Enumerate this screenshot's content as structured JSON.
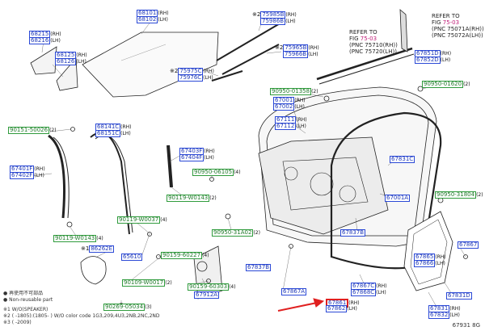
{
  "labels": {
    "l1": {
      "pn": "68101",
      "sfx": "(RH)",
      "pn2": "68102",
      "sfx2": "(LH)"
    },
    "l2": {
      "pn": "68215",
      "sfx": "(RH)",
      "pn2": "68216",
      "sfx2": "(LH)"
    },
    "l3": {
      "pn": "75985B",
      "sfx": "(RH)",
      "pn2": "75986B",
      "sfx2": "(LH)",
      "mark": "※2"
    },
    "l4": {
      "pn": "68125",
      "sfx": "(RH)",
      "pn2": "68126",
      "sfx2": "(LH)"
    },
    "l5": {
      "pn": "75965B",
      "sfx": "(RH)",
      "pn2": "75966B",
      "sfx2": "(LH)",
      "mark": "※2"
    },
    "l6": {
      "pn": "67851D",
      "sfx": "(RH)",
      "pn2": "67852D",
      "sfx2": "(LH)"
    },
    "l7": {
      "pn": "75975C",
      "sfx": "(RH)",
      "pn2": "75976C",
      "sfx2": "(LH)",
      "mark": "※2"
    },
    "l8": {
      "pn": "90950-01358",
      "sfx": "(2)"
    },
    "l9": {
      "pn": "90950-01620",
      "sfx": "(2)"
    },
    "l10": {
      "pn": "67001",
      "sfx": "(RH)",
      "pn2": "67002",
      "sfx2": "(LH)"
    },
    "l11": {
      "pn": "90151-50026",
      "sfx": "(2)"
    },
    "l12": {
      "pn": "68141C",
      "sfx": "(RH)",
      "pn2": "68151C",
      "sfx2": "(LH)"
    },
    "l13": {
      "pn": "67111",
      "sfx": "(RH)",
      "pn2": "67112",
      "sfx2": "(LH)"
    },
    "l14": {
      "pn": "67403F",
      "sfx": "(RH)",
      "pn2": "67404F",
      "sfx2": "(LH)"
    },
    "l15": {
      "pn": "67401F",
      "sfx": "(RH)",
      "pn2": "67402F",
      "sfx2": "(LH)"
    },
    "l16": {
      "pn": "67831C",
      "sfx": ""
    },
    "l17": {
      "pn": "90950-06105",
      "sfx": "(4)"
    },
    "l18": {
      "pn": "90119-W0143",
      "sfx": "(2)"
    },
    "l19": {
      "pn": "67001A",
      "sfx": ""
    },
    "l20": {
      "pn": "90950-31804",
      "sfx": "(2)"
    },
    "l21": {
      "pn": "90119-W0037",
      "sfx": "(4)"
    },
    "l22": {
      "pn": "90950-31A02",
      "sfx": "(2)"
    },
    "l23": {
      "pn": "67837B",
      "sfx": ""
    },
    "l24": {
      "pn": "90119-W0143",
      "sfx": "(4)"
    },
    "l25": {
      "pn": "86262E",
      "sfx": "",
      "mark": "※1"
    },
    "l26": {
      "pn": "67867",
      "sfx": ""
    },
    "l27": {
      "pn": "90159-60227",
      "sfx": "(4)"
    },
    "l28": {
      "pn": "65610",
      "sfx": ""
    },
    "l29": {
      "pn": "67837B",
      "sfx": ""
    },
    "l30": {
      "pn": "67865",
      "sfx": "(RH)",
      "pn2": "67866",
      "sfx2": "(LH)"
    },
    "l31": {
      "pn": "90109-W0017",
      "sfx": "(2)"
    },
    "l32": {
      "pn": "90159-60303",
      "sfx": "(4)"
    },
    "l33": {
      "pn": "67912A",
      "sfx": ""
    },
    "l34": {
      "pn": "67867A",
      "sfx": ""
    },
    "l35": {
      "pn": "67867C",
      "sfx": "(RH)",
      "pn2": "67868C",
      "sfx2": "(LH)"
    },
    "l36": {
      "pn": "67831D",
      "sfx": ""
    },
    "l37": {
      "pn": "90269-05034",
      "sfx": "(3)"
    },
    "l38": {
      "pn": "67861",
      "sfx": "(RH)",
      "pn2": "67862",
      "sfx2": "(LH)"
    },
    "l39": {
      "pn": "67831",
      "sfx": "(RH)",
      "pn2": "67832",
      "sfx2": "(LH)"
    }
  },
  "refer1": {
    "line1": "REFER TO",
    "line2": "FIG",
    "fig": "75-03",
    "line3": "(PNC 75710(RH))",
    "line4": "(PNC 75720(LH))"
  },
  "refer2": {
    "line1": "REFER TO",
    "line2": "FIG",
    "fig": "75-03",
    "line3": "(PNC 75071A(RH))",
    "line4": "(PNC 75072A(LH))"
  },
  "legend": {
    "row1": "● 再使用不可部品",
    "row2": "● Non-reusable part",
    "note1": "※1 W/O(SPEAKER)",
    "note2": "※2 (   -1805):(1805-    ) W/O color code 1G3,209,4U3,2NB,2NC,2ND",
    "note3": "※3 (       -2009)"
  },
  "figure_code": "67931 8G",
  "colors": {
    "box_blue": "#2a48d6",
    "box_green": "#2f9b3c",
    "highlight": "#e02020",
    "refer": "#c02079"
  }
}
